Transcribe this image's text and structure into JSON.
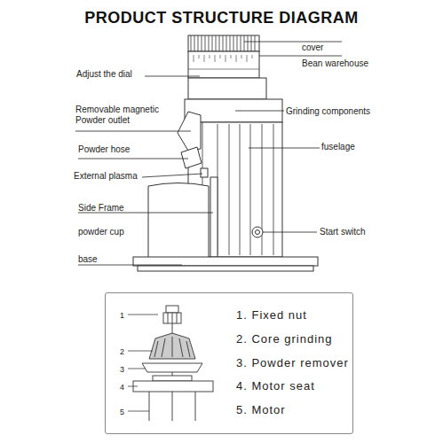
{
  "diagram": {
    "title": "PRODUCT STRUCTURE DIAGRAM",
    "nodes": [
      {
        "text": [
          "1",
          "2",
          "3",
          "4",
          "5",
          "1. Fixed nut",
          "2. Core grinding",
          "3. Powder remover",
          "4. Motor seat",
          "5. Motor"
        ]
      }
    ],
    "labels": [
      "cover",
      "Bean warehouse",
      "Adjust the dial",
      "Removable magnetic Powder outlet",
      "Grinding components",
      "Powder hose",
      "fuselage",
      "External plasma",
      "Side Frame",
      "powder cup",
      "Start switch",
      "base"
    ]
  }
}
